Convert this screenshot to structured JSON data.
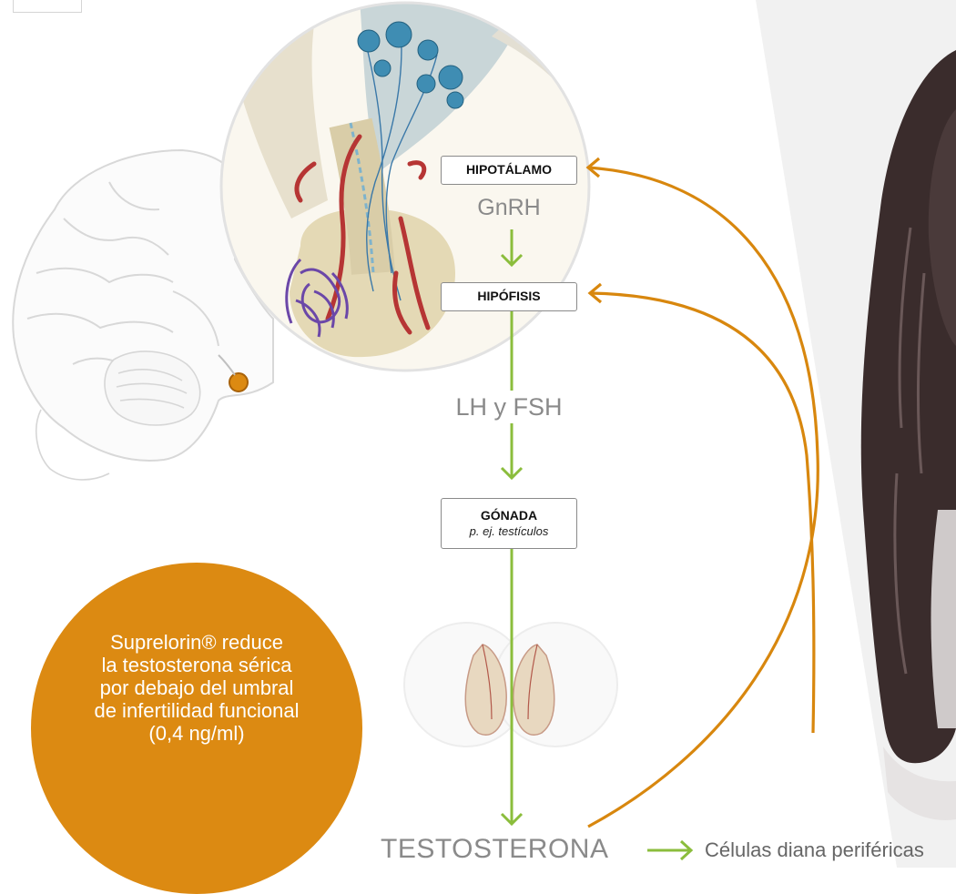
{
  "diagram": {
    "hypothalamus_label": "HIPOTÁLAMO",
    "hormone_1": "GnRH",
    "pituitary_label": "HIPÓFISIS",
    "hormone_2": "LH y FSH",
    "gonad_label": "GÓNADA",
    "gonad_example": "p. ej. testículos",
    "product_label": "TESTOSTERONA",
    "target_label": "Células diana periféricas"
  },
  "callout": {
    "lines": [
      "Suprelorin® reduce",
      "la testosterona sérica",
      "por debajo del umbral",
      "de infertilidad funcional",
      "(0,4 ng/ml)"
    ]
  },
  "colors": {
    "stimulation_arrow": "#8bbd3c",
    "feedback_arrow": "#d8870e",
    "callout_circle": "#dc8a12",
    "box_border": "#8a8a8a",
    "hormone_text": "#8a8a8a"
  }
}
